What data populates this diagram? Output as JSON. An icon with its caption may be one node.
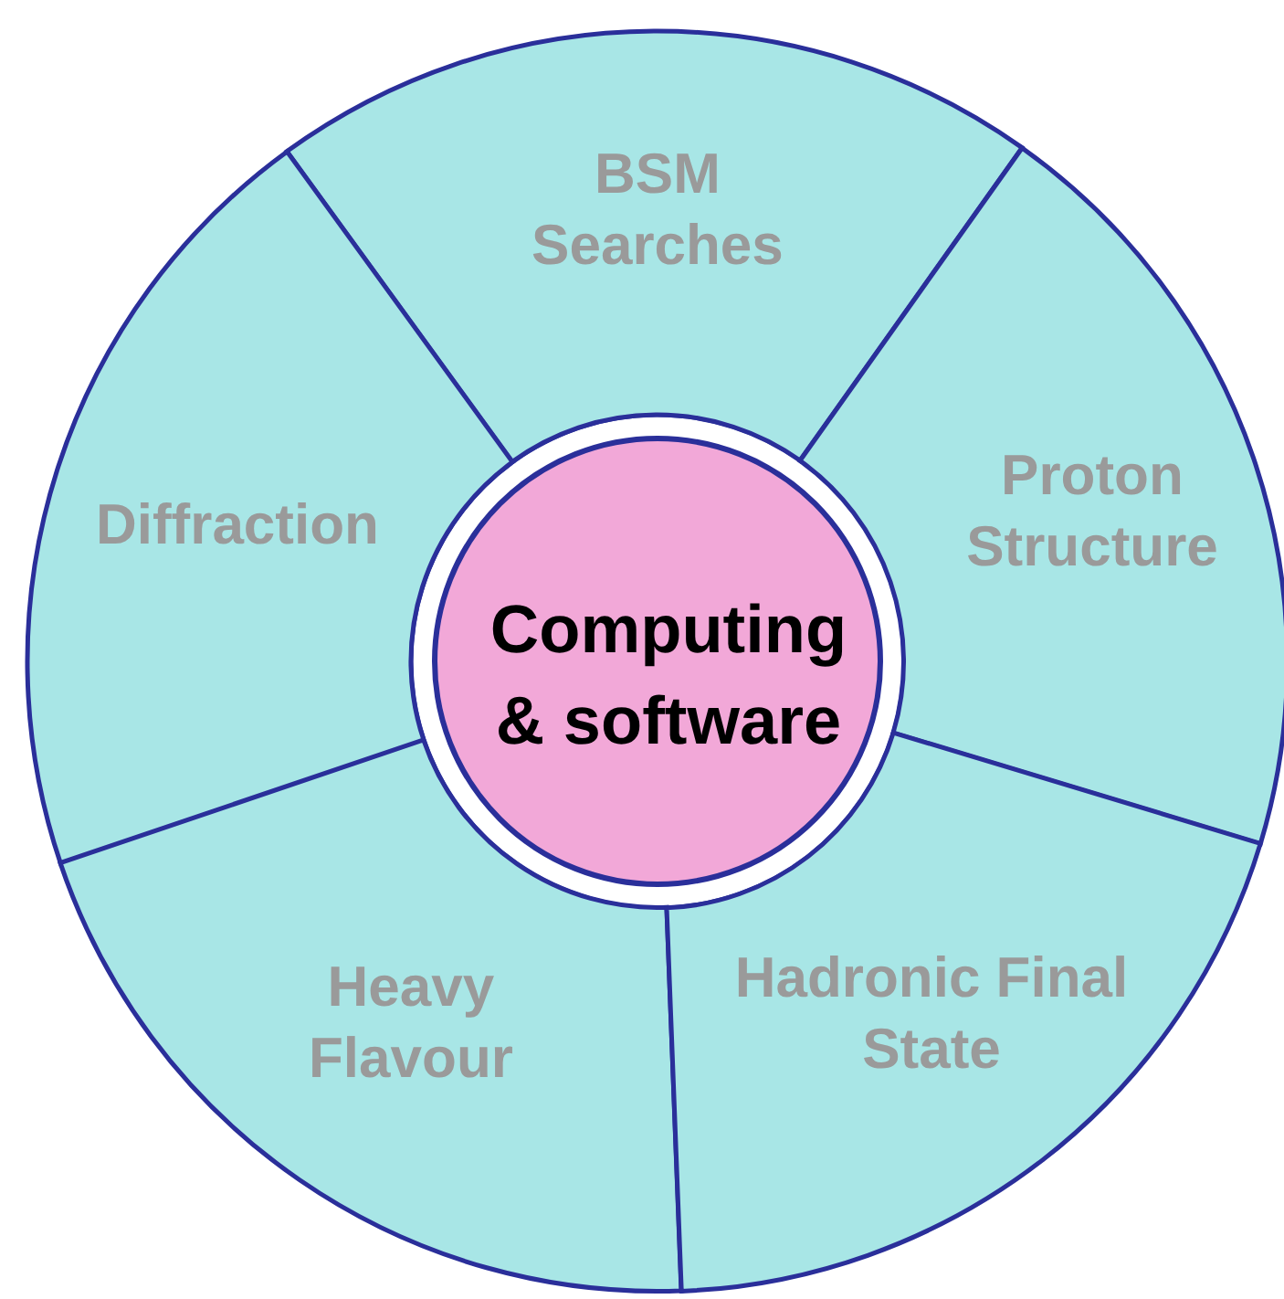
{
  "diagram": {
    "nodes": [
      {
        "text": [
          "BSM Searches"
        ]
      },
      {
        "text": [
          "Diffraction"
        ]
      },
      {
        "text": [
          "Proton Structure"
        ]
      },
      {
        "text": [
          "Computing & software"
        ]
      },
      {
        "text": [
          "Heavy Flavour"
        ]
      },
      {
        "text": [
          "Hadronic Final State"
        ]
      }
    ]
  }
}
